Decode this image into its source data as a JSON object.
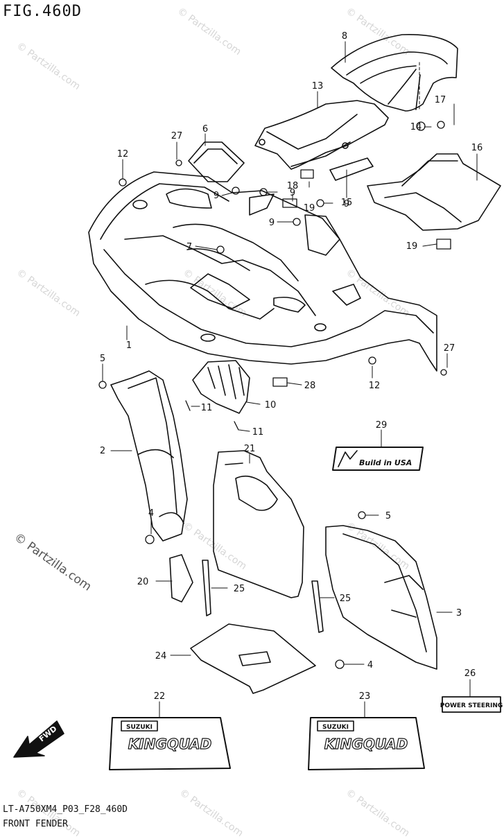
{
  "figure": {
    "title": "FIG.460D",
    "code": "LT-A750XM4_P03_F28_460D",
    "name": "FRONT FENDER"
  },
  "watermark": {
    "text": "© Partzilla.com",
    "color": "#cccccc"
  },
  "callouts": [
    {
      "label": "1"
    },
    {
      "label": "2"
    },
    {
      "label": "3"
    },
    {
      "label": "4"
    },
    {
      "label": "4"
    },
    {
      "label": "5"
    },
    {
      "label": "5"
    },
    {
      "label": "6"
    },
    {
      "label": "7"
    },
    {
      "label": "8"
    },
    {
      "label": "9"
    },
    {
      "label": "9"
    },
    {
      "label": "9"
    },
    {
      "label": "9"
    },
    {
      "label": "10"
    },
    {
      "label": "11"
    },
    {
      "label": "11"
    },
    {
      "label": "12"
    },
    {
      "label": "12"
    },
    {
      "label": "13"
    },
    {
      "label": "14"
    },
    {
      "label": "15"
    },
    {
      "label": "16"
    },
    {
      "label": "17"
    },
    {
      "label": "18"
    },
    {
      "label": "19"
    },
    {
      "label": "19"
    },
    {
      "label": "20"
    },
    {
      "label": "21"
    },
    {
      "label": "22"
    },
    {
      "label": "23"
    },
    {
      "label": "24"
    },
    {
      "label": "25"
    },
    {
      "label": "25"
    },
    {
      "label": "26"
    },
    {
      "label": "27"
    },
    {
      "label": "27"
    },
    {
      "label": "28"
    },
    {
      "label": "29"
    }
  ],
  "decals": {
    "build_in_usa": "Build in USA",
    "suzuki": "SUZUKI",
    "kingquad": "KINGQUAD",
    "power_steering": "POWER STEERING",
    "fwd": "FWD"
  }
}
